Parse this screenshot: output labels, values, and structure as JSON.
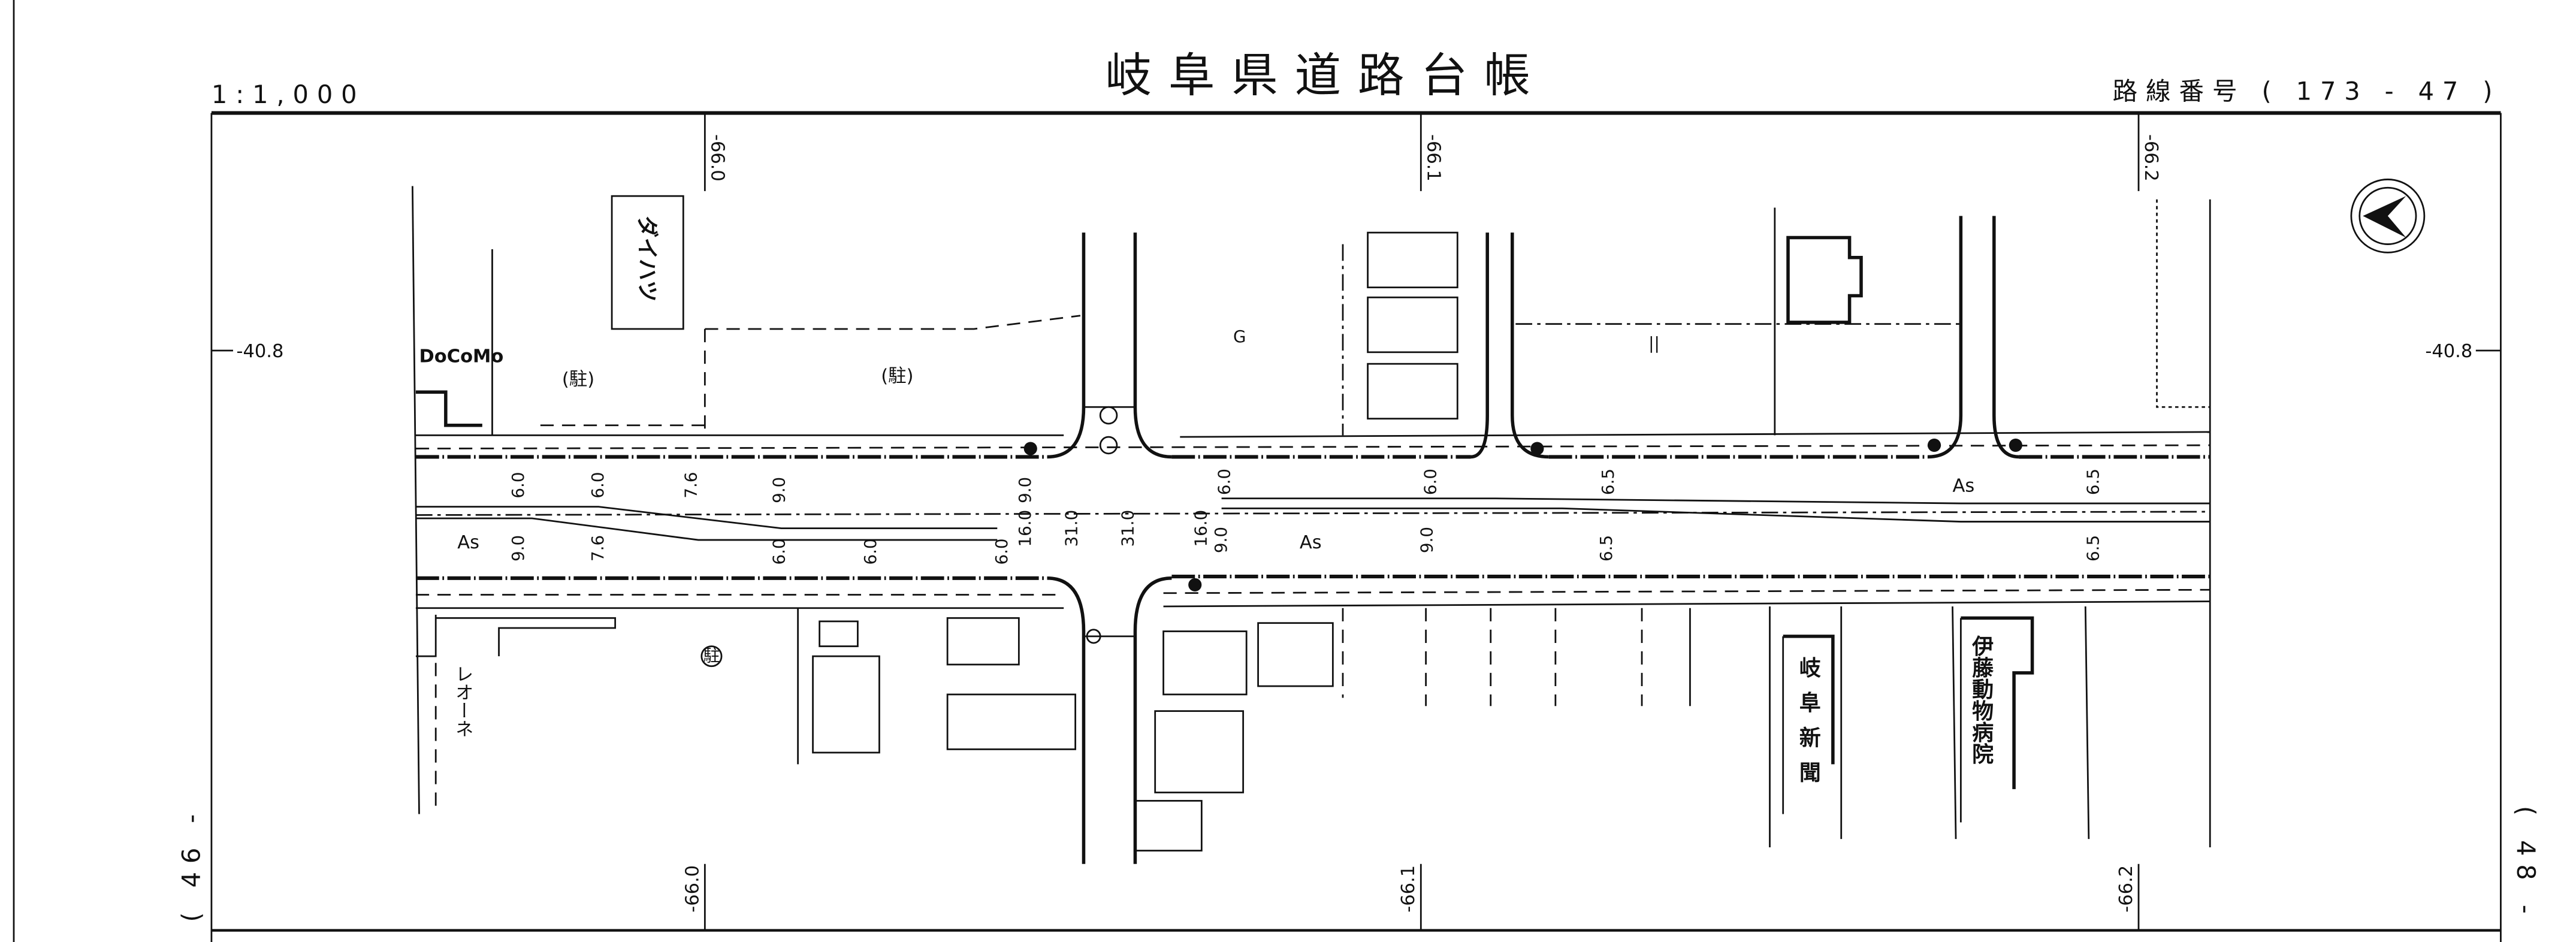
{
  "header": {
    "title": "岐阜県道路台帳",
    "scale": "1:1,000",
    "route_number": "路線番号 ( 173 - 47 )"
  },
  "grid": {
    "top_ticks": [
      "-66.0",
      "-66.1",
      "-66.2"
    ],
    "bottom_ticks": [
      "-66.0",
      "-66.1",
      "-66.2"
    ],
    "left_coord": "-40.8",
    "right_coord": "-40.8",
    "left_sheet": "( 46 -",
    "right_sheet": "( 48 -"
  },
  "labels": {
    "docomo": "DoCoMo",
    "daihatsu": "ダイハツ",
    "parking_1": "(駐)",
    "parking_2": "(駐)",
    "parking_3": "駐",
    "gas": "G",
    "leone": "レオーネ",
    "gifu_shimbun": "岐阜新聞",
    "ito_animal_hospital": "伊藤動物病院",
    "surface_1": "As",
    "surface_2": "As",
    "surface_3": "As",
    "field": "||"
  },
  "dimensions": {
    "upper": [
      "6.0",
      "6.0",
      "7.6",
      "9.0",
      "9.0",
      "6.0",
      "6.0",
      "6.5",
      "6.5"
    ],
    "lower": [
      "9.0",
      "7.6",
      "6.0",
      "6.0",
      "6.0",
      "9.0",
      "9.0",
      "6.5",
      "6.5"
    ],
    "center": [
      "16.0",
      "31.0",
      "31.0",
      "16.0"
    ]
  },
  "compass": {
    "direction": "north-arrow"
  }
}
